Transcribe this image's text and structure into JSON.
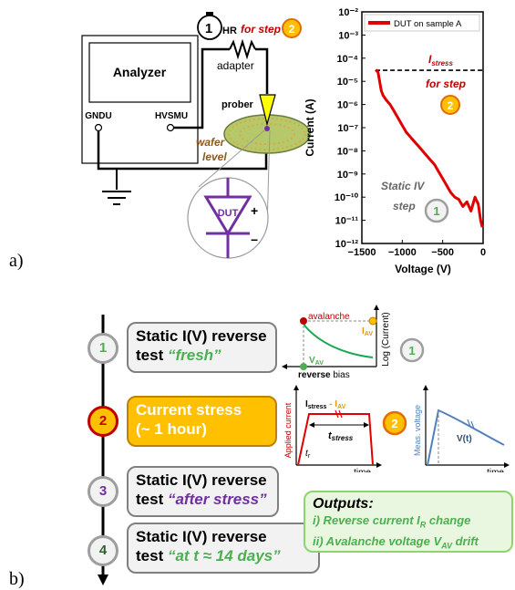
{
  "panel_a": {
    "label": "a)",
    "analyzer": "Analyzer",
    "gndu": "GNDU",
    "hvsmu": "HVSMU",
    "timer": "1",
    "hr": "HR",
    "for_step": "for step",
    "step_num": "2",
    "adapter": "adapter",
    "prober": "prober",
    "wafer_line1": "wafer",
    "wafer_line2": "level",
    "dut": "DUT",
    "plus": "+",
    "minus": "−"
  },
  "chart_data": {
    "type": "line",
    "legend": "DUT on sample A",
    "xlabel": "Voltage (V)",
    "ylabel": "Current (A)",
    "xlim": [
      -1500,
      0
    ],
    "ylim_log10": [
      -12,
      -2
    ],
    "xticks": [
      "−1500",
      "−1000",
      "−500",
      "0"
    ],
    "yticks": [
      "10⁻¹²",
      "10⁻¹¹",
      "10⁻¹⁰",
      "10⁻⁹",
      "10⁻⁸",
      "10⁻⁷",
      "10⁻⁶",
      "10⁻⁵",
      "10⁻⁴",
      "10⁻³",
      "10⁻²"
    ],
    "istress_label": "I",
    "istress_sub": "stress",
    "istress_value": 3e-05,
    "annot_for_step": "for step",
    "annot_step2": "2",
    "annot_static": "Static IV",
    "annot_step_word": "step",
    "annot_step1": "1",
    "color": "#e00000",
    "x": [
      -1330,
      -1300,
      -1280,
      -1260,
      -1240,
      -1200,
      -1150,
      -1100,
      -1050,
      -1000,
      -950,
      -900,
      -850,
      -800,
      -750,
      -700,
      -650,
      -600,
      -550,
      -500,
      -450,
      -400,
      -350,
      -300,
      -250,
      -200,
      -150,
      -100,
      -60,
      -30,
      -10
    ],
    "log10_y": [
      -4.5,
      -4.6,
      -5.0,
      -5.4,
      -5.6,
      -5.8,
      -6.0,
      -6.3,
      -6.6,
      -6.9,
      -7.2,
      -7.4,
      -7.6,
      -7.8,
      -8.0,
      -8.2,
      -8.4,
      -8.6,
      -8.9,
      -9.2,
      -9.5,
      -9.8,
      -10.0,
      -10.1,
      -10.4,
      -10.2,
      -10.6,
      -10.0,
      -10.3,
      -11.0,
      -11.3
    ]
  },
  "panel_b": {
    "label": "b)",
    "steps": [
      {
        "num": "1",
        "line1": "Static I(V) reverse",
        "line2a": "test ",
        "line2b": "“fresh”"
      },
      {
        "num": "2",
        "line1": "Current stress",
        "line2a": "(~ 1 hour)",
        "line2b": ""
      },
      {
        "num": "3",
        "line1": "Static I(V) reverse",
        "line2a": "test ",
        "line2b": "“after stress”"
      },
      {
        "num": "4",
        "line1": "Static I(V) reverse",
        "line2a": "test ",
        "line2b": "“at t ≈ 14 days”"
      }
    ],
    "mini1": {
      "avalanche": "avalanche",
      "iav": "I",
      "iav_sub": "AV",
      "vav": "V",
      "vav_sub": "AV",
      "ylabel": "Log (Current)",
      "xlabel_bold": "reverse",
      "xlabel_rest": " bias",
      "circle": "1"
    },
    "mini2": {
      "ylabel": "Applied current",
      "istress": "I",
      "istress_sub": "stress",
      "minus_iav": " - I",
      "iav_sub": "AV",
      "tstress": "t",
      "tstress_sub": "stress",
      "tr": "t",
      "tr_sub": "r",
      "xlabel": "time",
      "circle": "2"
    },
    "mini3": {
      "ylabel": "Meas. voltage",
      "vt": "V(t)",
      "xlabel": "time"
    },
    "outputs": {
      "title": "Outputs:",
      "line1": "i) Reverse current I",
      "line1_sub": "R",
      "line1_end": " change",
      "line2": "ii) Avalanche voltage V",
      "line2_sub": "AV",
      "line2_end": " drift"
    }
  }
}
